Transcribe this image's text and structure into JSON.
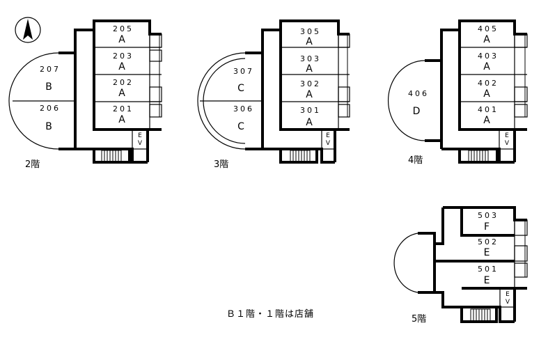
{
  "floors": [
    {
      "label": "2階",
      "units": [
        {
          "number": "205",
          "type": "A"
        },
        {
          "number": "203",
          "type": "A"
        },
        {
          "number": "202",
          "type": "A"
        },
        {
          "number": "201",
          "type": "A"
        }
      ],
      "round_units": [
        {
          "number": "207",
          "type": "B"
        },
        {
          "number": "206",
          "type": "B"
        }
      ],
      "ev": [
        "E",
        "V"
      ]
    },
    {
      "label": "3階",
      "units": [
        {
          "number": "305",
          "type": "A"
        },
        {
          "number": "303",
          "type": "A"
        },
        {
          "number": "302",
          "type": "A"
        },
        {
          "number": "301",
          "type": "A"
        }
      ],
      "round_units": [
        {
          "number": "307",
          "type": "C"
        },
        {
          "number": "306",
          "type": "C"
        }
      ],
      "ev": [
        "E",
        "V"
      ]
    },
    {
      "label": "4階",
      "units": [
        {
          "number": "405",
          "type": "A"
        },
        {
          "number": "403",
          "type": "A"
        },
        {
          "number": "402",
          "type": "A"
        },
        {
          "number": "401",
          "type": "A"
        }
      ],
      "round_units": [
        {
          "number": "406",
          "type": "D"
        }
      ],
      "ev": [
        "E",
        "V"
      ]
    },
    {
      "label": "5階",
      "units": [
        {
          "number": "503",
          "type": "F"
        },
        {
          "number": "502",
          "type": "E"
        },
        {
          "number": "501",
          "type": "E"
        }
      ],
      "ev": [
        "E",
        "V"
      ]
    }
  ],
  "note": "Ｂ１階・１階は店舗",
  "north_symbol": "north-arrow-icon"
}
